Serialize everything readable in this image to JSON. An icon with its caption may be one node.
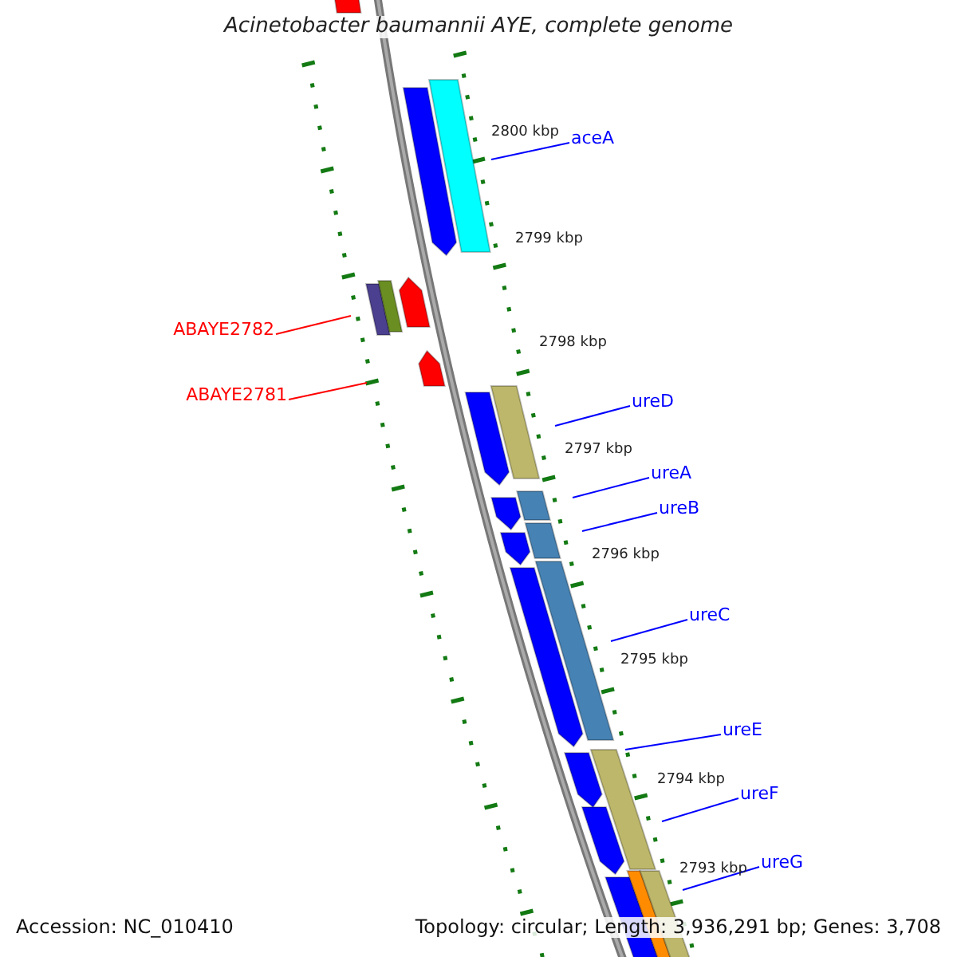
{
  "diagram": {
    "title": "Acinetobacter baumannii AYE, complete genome",
    "nodes": [
      {
        "text": [
          "aceA"
        ]
      },
      {
        "text": [
          "ABAYE2782"
        ]
      },
      {
        "text": [
          "ABAYE2781"
        ]
      },
      {
        "text": [
          "ureD"
        ]
      },
      {
        "text": [
          "ureA"
        ]
      },
      {
        "text": [
          "ureB"
        ]
      },
      {
        "text": [
          "ureC"
        ]
      },
      {
        "text": [
          "ureE"
        ]
      },
      {
        "text": [
          "ureF"
        ]
      },
      {
        "text": [
          "ureG"
        ]
      }
    ],
    "edges": [
      {
        "from": 0,
        "to": null,
        "arrow": "none"
      },
      {
        "from": 1,
        "to": null,
        "arrow": "none",
        "color": "#ff0000"
      },
      {
        "from": 2,
        "to": null,
        "arrow": "none",
        "color": "#ff0000"
      },
      {
        "from": 3,
        "to": null,
        "arrow": "none"
      },
      {
        "from": 4,
        "to": null,
        "arrow": "none"
      },
      {
        "from": 5,
        "to": null,
        "arrow": "none"
      },
      {
        "from": 6,
        "to": null,
        "arrow": "none"
      },
      {
        "from": 7,
        "to": null,
        "arrow": "none"
      },
      {
        "from": 8,
        "to": null,
        "arrow": "none"
      },
      {
        "from": 9,
        "to": null,
        "arrow": "none"
      }
    ],
    "labels": [
      "2800 kbp",
      "2799 kbp",
      "2798 kbp",
      "2797 kbp",
      "2796 kbp",
      "2795 kbp",
      "2794 kbp",
      "2793 kbp",
      "Accession: NC_010410",
      "Topology: circular; Length: 3,936,291 bp; Genes: 3,708"
    ]
  }
}
